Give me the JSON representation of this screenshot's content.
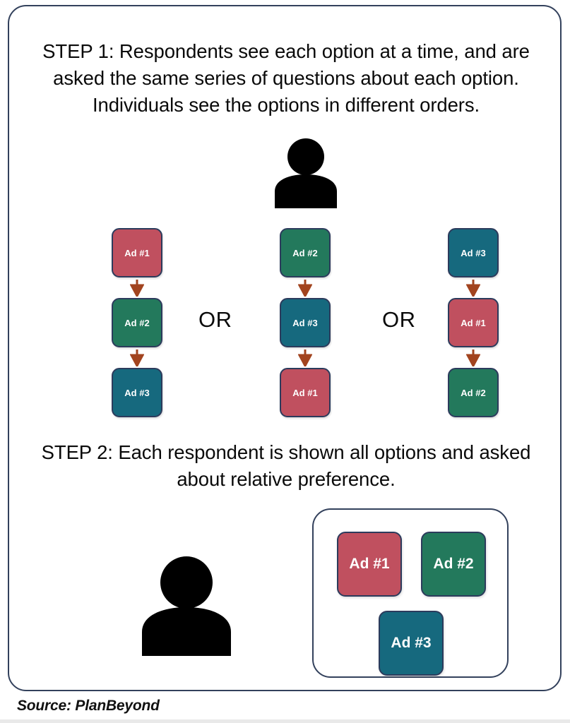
{
  "frame": {
    "border_color": "#33415c"
  },
  "colors": {
    "red": "#c0505f",
    "green": "#23795c",
    "teal": "#16697e",
    "card_border": "#2c3b5c",
    "arrow": "#a2441f",
    "frame_border": "#33415c",
    "text": "#0a0a0a"
  },
  "step1": {
    "text": "STEP 1: Respondents see each option at a time, and are asked the same series of questions about each option. Individuals see the options in different orders.",
    "person_icon": "person-icon",
    "columns": [
      {
        "name": "order-1",
        "cards": [
          {
            "label": "Ad #1",
            "color_key": "red"
          },
          {
            "label": "Ad #2",
            "color_key": "green"
          },
          {
            "label": "Ad #3",
            "color_key": "teal"
          }
        ]
      },
      {
        "name": "order-2",
        "cards": [
          {
            "label": "Ad #2",
            "color_key": "green"
          },
          {
            "label": "Ad #3",
            "color_key": "teal"
          },
          {
            "label": "Ad #1",
            "color_key": "red"
          }
        ]
      },
      {
        "name": "order-3",
        "cards": [
          {
            "label": "Ad #3",
            "color_key": "teal"
          },
          {
            "label": "Ad #1",
            "color_key": "red"
          },
          {
            "label": "Ad #2",
            "color_key": "green"
          }
        ]
      }
    ],
    "separators": [
      {
        "label": "OR"
      },
      {
        "label": "OR"
      }
    ]
  },
  "step2": {
    "text": "STEP 2: Each respondent is shown all options and asked about relative preference.",
    "person_icon": "person-icon",
    "panel_cards": [
      {
        "label": "Ad #1",
        "color_key": "red"
      },
      {
        "label": "Ad #2",
        "color_key": "green"
      },
      {
        "label": "Ad #3",
        "color_key": "teal"
      }
    ]
  },
  "footer": {
    "source": "Source: PlanBeyond"
  }
}
